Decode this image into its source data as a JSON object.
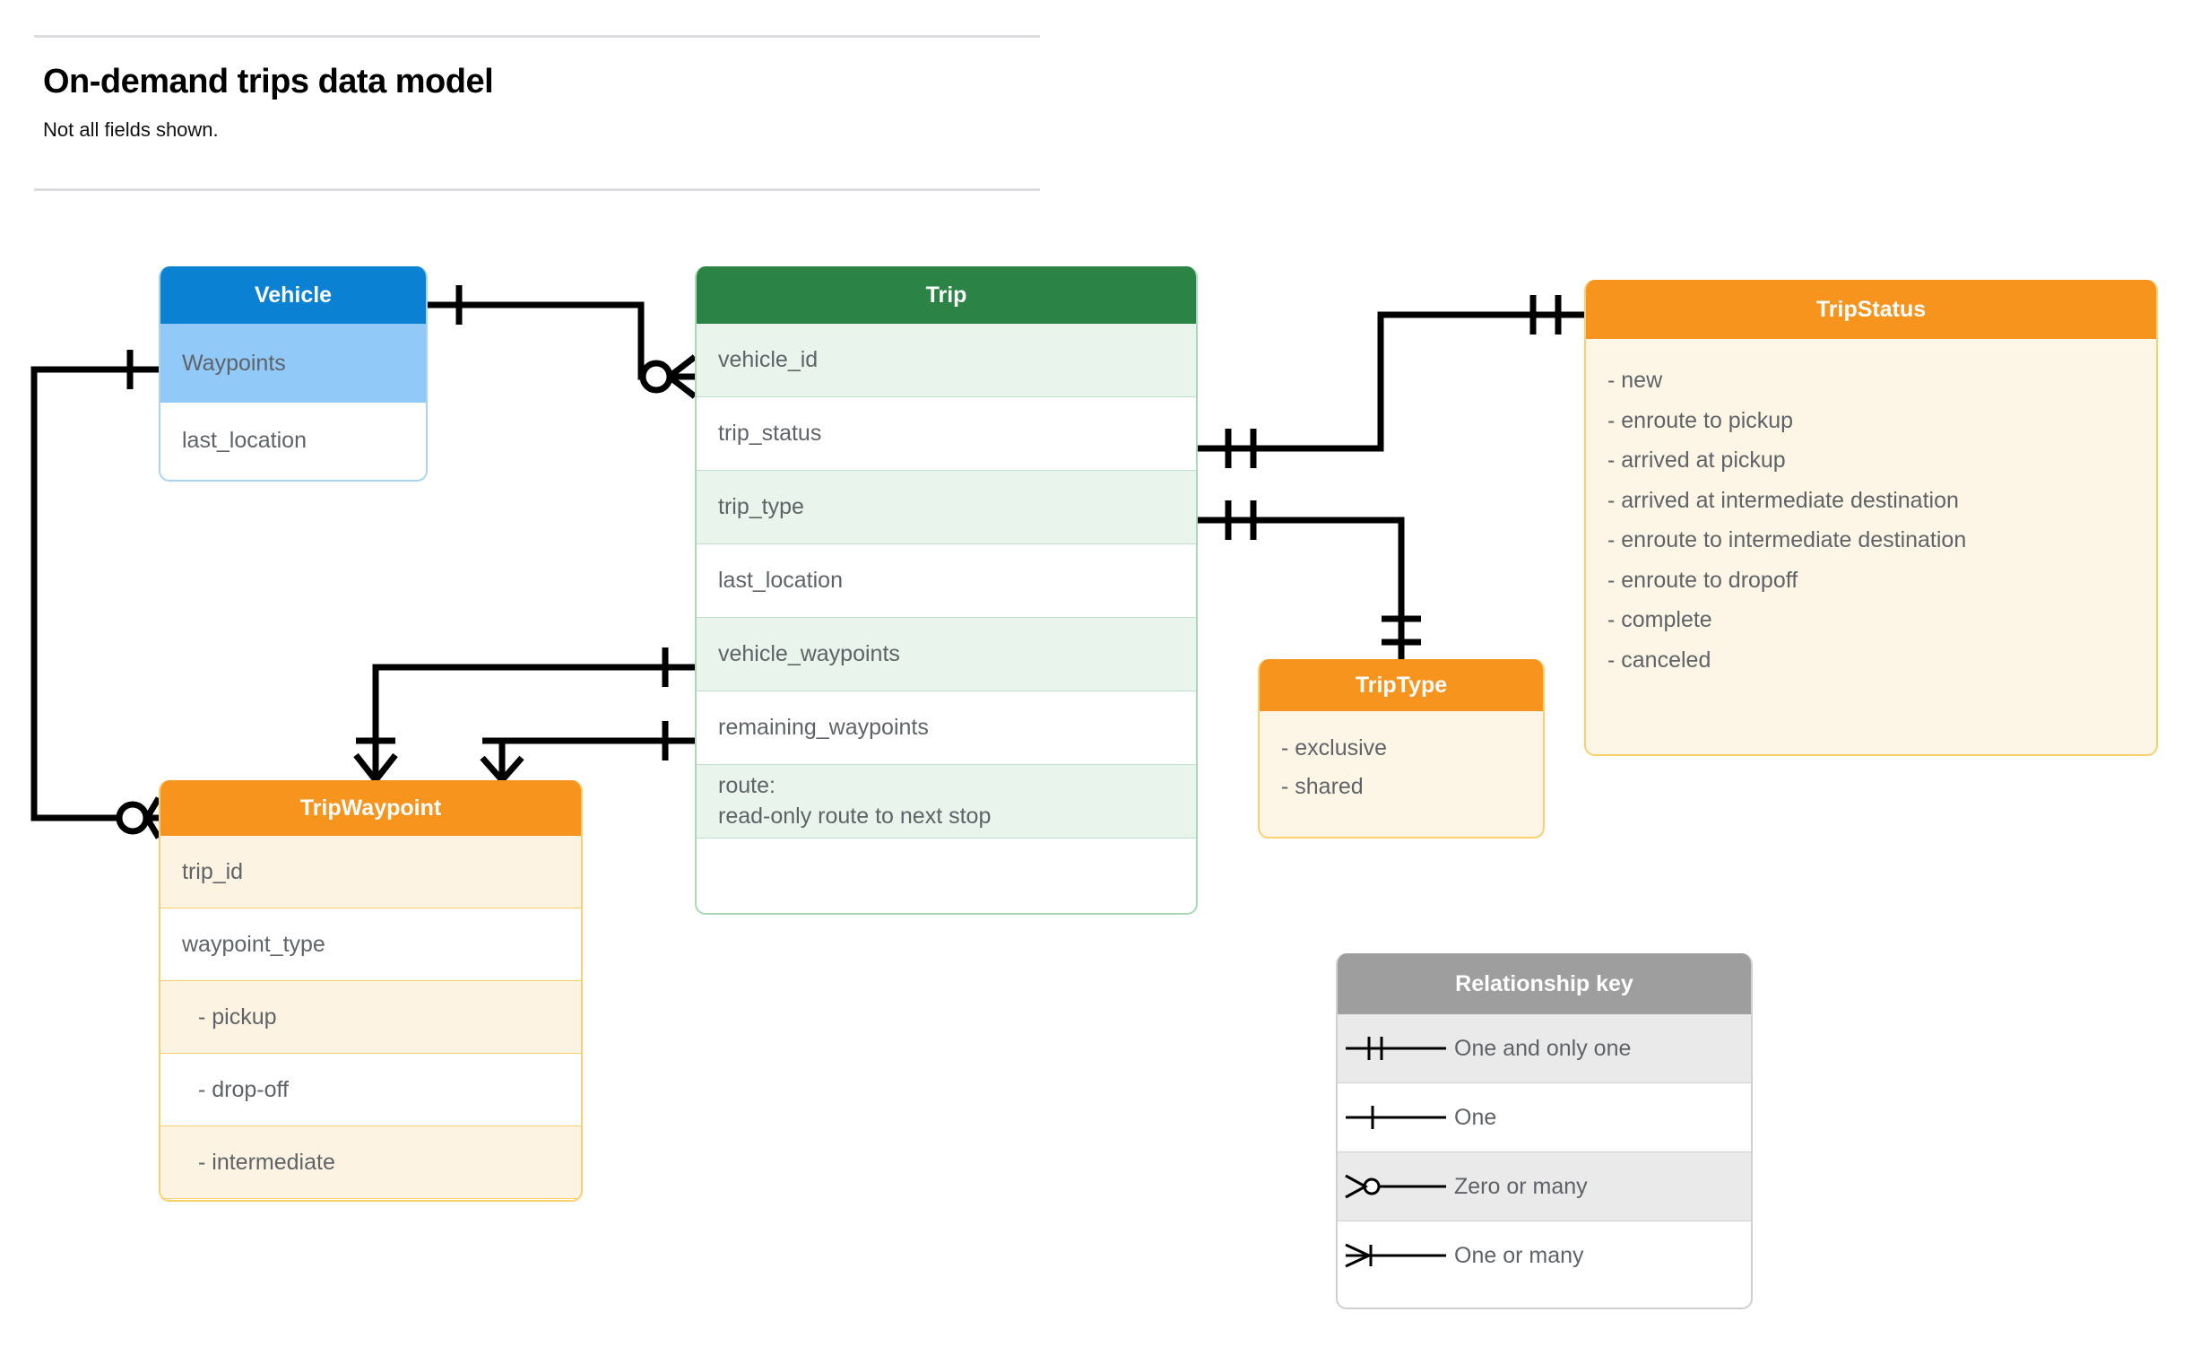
{
  "header": {
    "title": "On-demand trips data model",
    "subtitle": "Not all fields shown."
  },
  "colors": {
    "vehicle_header": "#0b81d4",
    "vehicle_row": "#91caf9",
    "trip_header": "#2b8345",
    "trip_row": "#e8f4ec",
    "orange_header": "#f7941e",
    "orange_row": "#fdf3e2",
    "legend_header": "#9e9e9e",
    "text_gray": "#5f6368",
    "connector": "#000000"
  },
  "entities": [
    {
      "name": "Vehicle",
      "rows": [
        "Waypoints",
        "last_location"
      ]
    },
    {
      "name": "Trip",
      "rows": [
        "vehicle_id",
        "trip_status",
        "trip_type",
        "last_location",
        "vehicle_waypoints",
        "remaining_waypoints"
      ],
      "note_lines": [
        "route:",
        "read-only route to next stop"
      ]
    },
    {
      "name": "TripStatus",
      "values": [
        "- new",
        "- enroute to pickup",
        "- arrived at pickup",
        "- arrived at intermediate destination",
        "- enroute to intermediate destination",
        "- enroute to dropoff",
        "- complete",
        "- canceled"
      ]
    },
    {
      "name": "TripType",
      "values": [
        "- exclusive",
        "- shared"
      ]
    },
    {
      "name": "TripWaypoint",
      "rows": [
        "trip_id",
        "waypoint_type",
        "-  pickup",
        "-  drop-off",
        "-  intermediate"
      ]
    }
  ],
  "legend": {
    "title": "Relationship key",
    "items": [
      {
        "label": "One and only one",
        "symbol": "one-and-only-one-symbol"
      },
      {
        "label": "One",
        "symbol": "one-symbol"
      },
      {
        "label": "Zero or many",
        "symbol": "zero-or-many-symbol"
      },
      {
        "label": "One or many",
        "symbol": "one-or-many-symbol"
      }
    ]
  },
  "relationships": [
    {
      "from": "Vehicle",
      "to": "Trip.vehicle_id",
      "from_card": "One",
      "to_card": "Zero or many"
    },
    {
      "from": "Vehicle.Waypoints",
      "to": "TripWaypoint",
      "from_card": "One",
      "to_card": "Zero or many"
    },
    {
      "from": "Trip.trip_status",
      "to": "TripStatus",
      "from_card": "One and only one",
      "to_card": "One and only one"
    },
    {
      "from": "Trip.trip_type",
      "to": "TripType",
      "from_card": "One and only one",
      "to_card": "One and only one"
    },
    {
      "from": "Trip.vehicle_waypoints",
      "to": "TripWaypoint",
      "from_card": "One",
      "to_card": "One or many"
    },
    {
      "from": "Trip.remaining_waypoints",
      "to": "TripWaypoint",
      "from_card": "One",
      "to_card": "One or many"
    }
  ]
}
